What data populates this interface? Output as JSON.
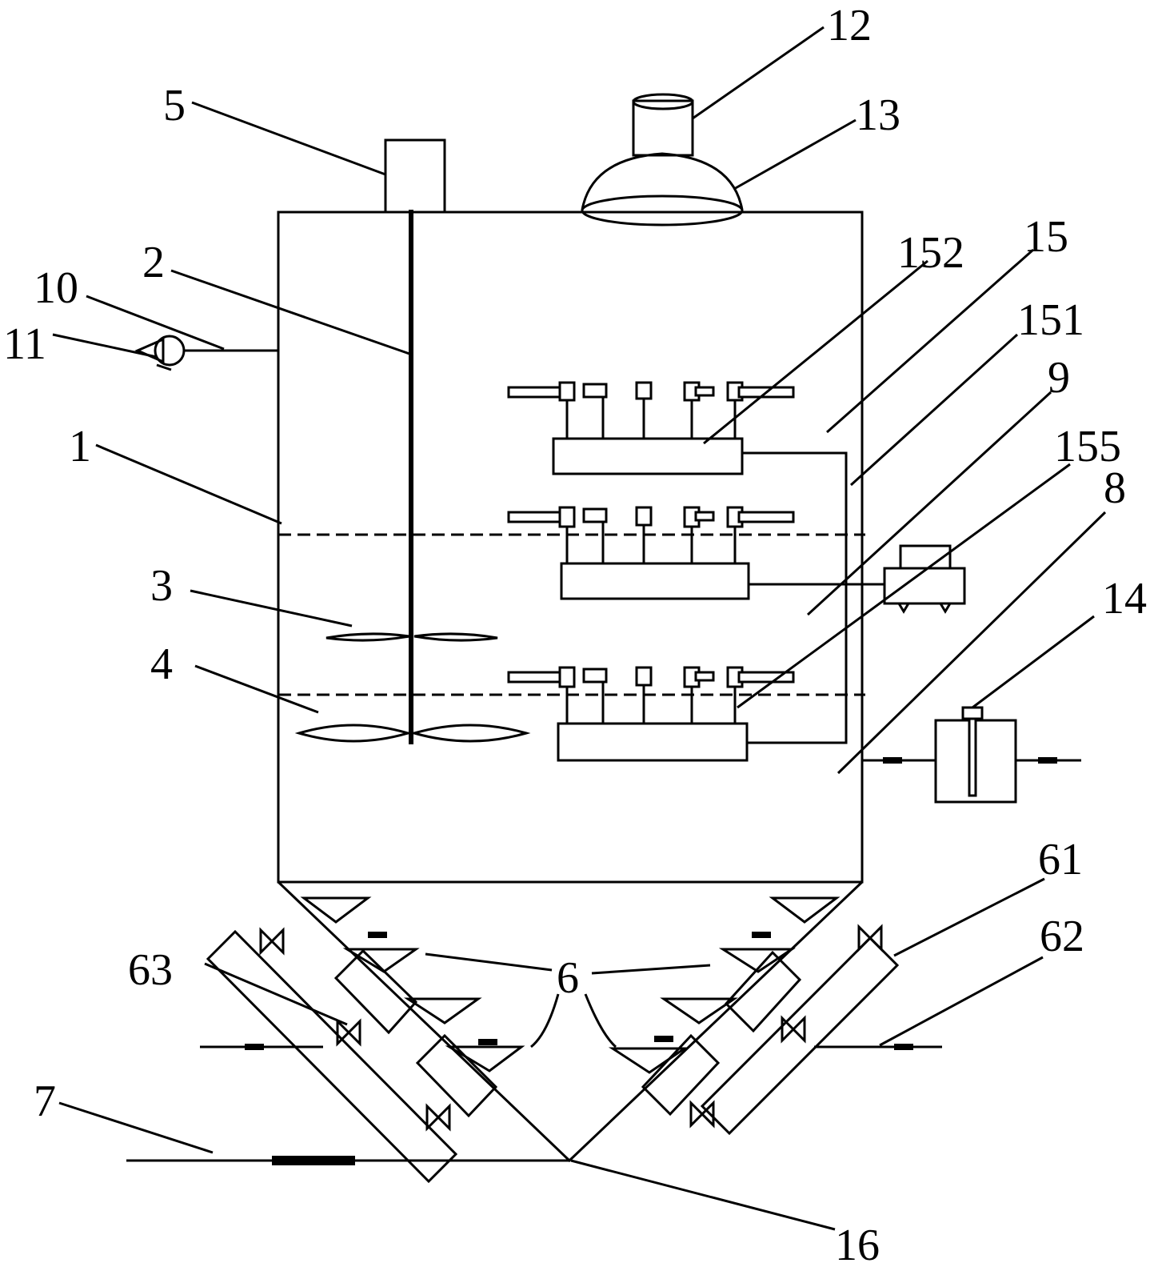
{
  "labels": {
    "l1": "1",
    "l2": "2",
    "l3": "3",
    "l4": "4",
    "l5": "5",
    "l6": "6",
    "l61": "61",
    "l62": "62",
    "l63": "63",
    "l7": "7",
    "l8": "8",
    "l9": "9",
    "l10": "10",
    "l11": "11",
    "l12": "12",
    "l13": "13",
    "l14": "14",
    "l15": "15",
    "l151": "151",
    "l152": "152",
    "l155": "155",
    "l16": "16"
  }
}
